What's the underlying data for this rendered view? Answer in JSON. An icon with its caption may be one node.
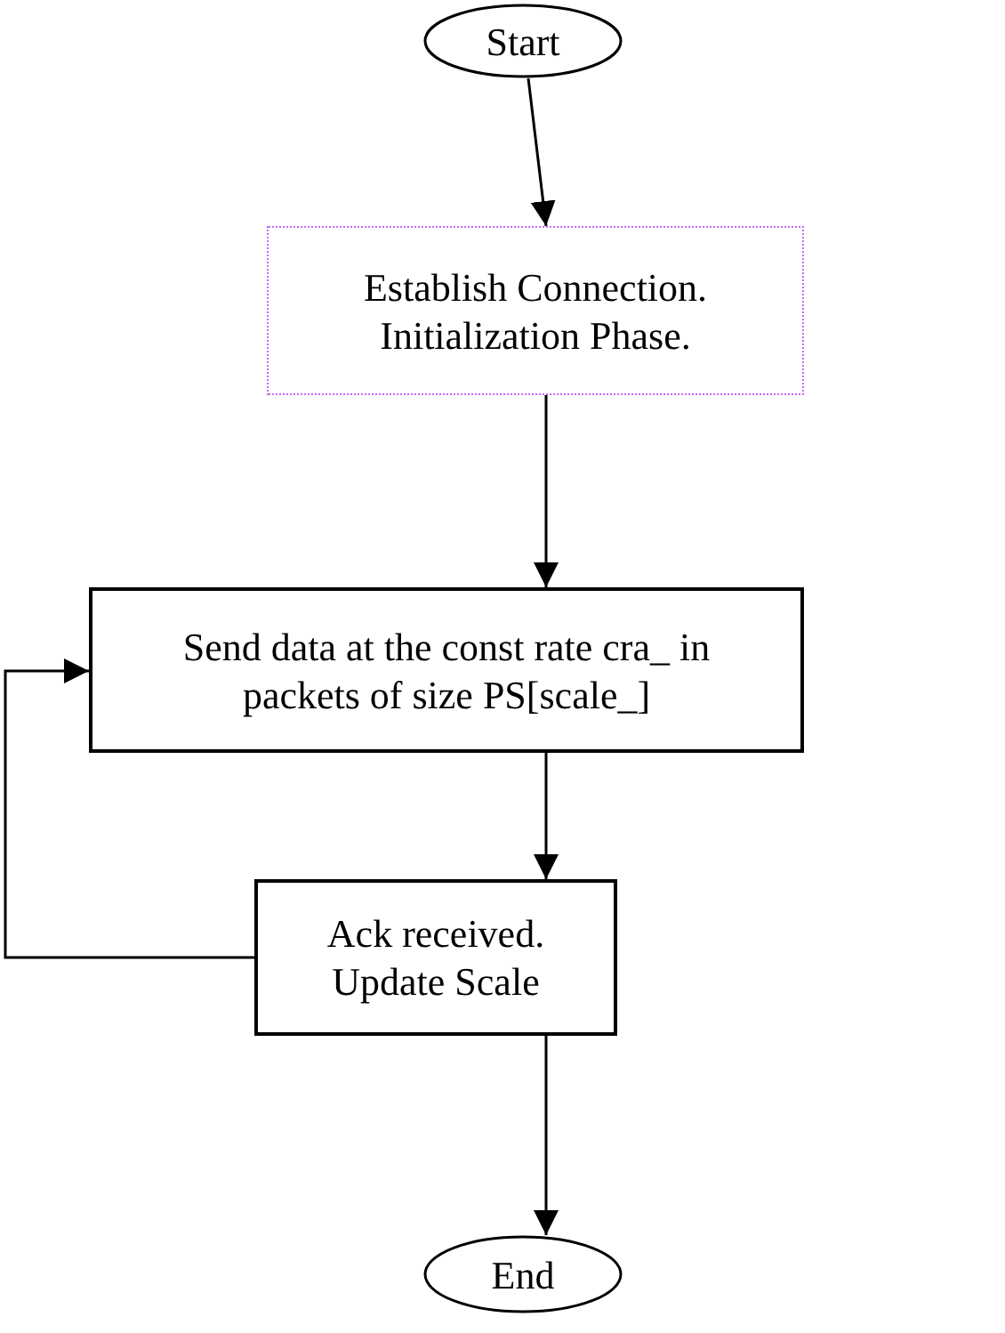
{
  "diagram": {
    "nodes": [
      {
        "text": [
          "Start"
        ]
      },
      {
        "text": [
          "Establish Connection. Initialization Phase."
        ]
      },
      {
        "text": [
          "Send data at the const rate cra_ in packets of size PS[scale_]"
        ]
      },
      {
        "text": [
          "Ack received. Update Scale"
        ]
      },
      {
        "text": [
          "End"
        ]
      }
    ],
    "edges": [
      {
        "from": 0,
        "to": 1,
        "arrow": "to"
      },
      {
        "from": 1,
        "to": 2,
        "arrow": "to"
      },
      {
        "from": 2,
        "to": 3,
        "arrow": "to"
      },
      {
        "from": 3,
        "to": 4,
        "arrow": "to"
      },
      {
        "from": 3,
        "to": 2,
        "arrow": "to"
      }
    ]
  }
}
